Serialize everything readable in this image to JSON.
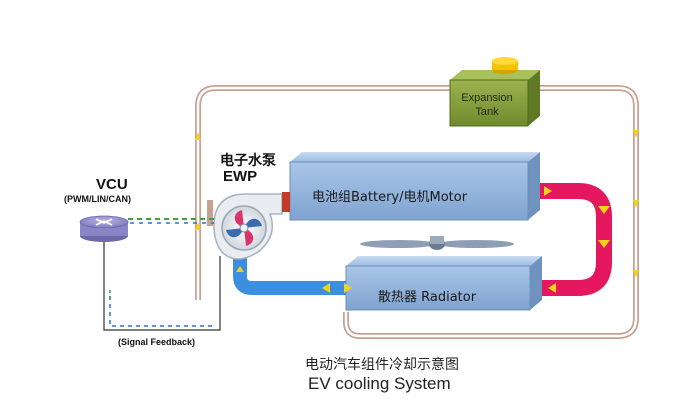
{
  "vcu": {
    "title": "VCU",
    "subtitle": "(PWM/LIN/CAN)"
  },
  "pump": {
    "label_cn": "电子水泵",
    "label_en": "EWP"
  },
  "battery_motor": {
    "label": "电池组Battery/电机Motor"
  },
  "radiator": {
    "label": "散热器 Radiator"
  },
  "expansion_tank": {
    "line1": "Expansion",
    "line2": "Tank"
  },
  "signal_feedback": {
    "label": "(Signal Feedback)"
  },
  "caption": {
    "cn": "电动汽车组件冷却示意图",
    "en": "EV cooling System"
  },
  "colors": {
    "hot_pipe": "#e4175f",
    "cold_pipe": "#3b8ee0",
    "box_blue": "#8fb3dc",
    "tank_green": "#7f9a3c",
    "signal_green": "#3aa04a",
    "signal_blue": "#2f6fd0",
    "flow_arrow": "#f2d31a",
    "loop_line": "#c9a090"
  }
}
